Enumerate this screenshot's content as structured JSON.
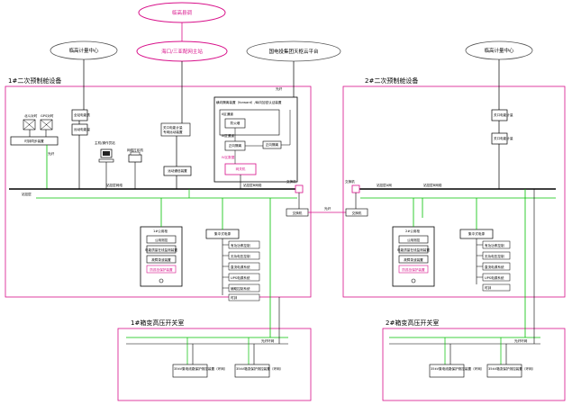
{
  "top": {
    "dispatch": "临高县调",
    "haikou": "海口/三亚配网主站",
    "metering_left": "临高计量中心",
    "cloud": "国电投集团天枢云平台",
    "metering_right": "临高计量中心"
  },
  "panel1": {
    "title": "1#二次预制舱设备",
    "gps1": "北斗对时",
    "gps2": "GPS对时",
    "time_sync": "时钟同步装置",
    "meter_label1": "全站电能表",
    "meter_label2": "远动电能量",
    "terminal": "主机/操作员站",
    "printer": "网络打印机",
    "collector1": "关口电能计量",
    "collector2": "专网远动装置",
    "gateway": "远动通信装置",
    "fiber": "光纤",
    "bus_left": "站控层",
    "bus_center": "站控层网络",
    "bus_right": "站控层B网络",
    "big_box_label": "横向隔离装置（forward）/纵向加密认证装置",
    "sub1": "II区通道",
    "sub2": "III区通道",
    "firewall": "防火墙",
    "iso": "正向隔离",
    "pink_label": "IV区数据",
    "pink_box": "网关机",
    "switch1": "交换机",
    "switch2": "交换机",
    "cabinet_title": "1#公用柜",
    "cabinet_items": [
      "公用测控",
      "电能质量在线监测装置",
      "故障录波装置",
      "防孤岛保护装置"
    ],
    "group_title": "集中式电源",
    "group_items": [
      "有功功率控制",
      "无功电压控制",
      "直流电源系统",
      "UPS电源系统",
      "辅助控制系统",
      "时钟"
    ],
    "cross": "光纤"
  },
  "panel2": {
    "title": "2#二次预制舱设备",
    "meter": "关口电能计量",
    "bus_left": "站控层A网",
    "bus_right": "站控层B网络",
    "switch1": "交换机",
    "cabinet_title": "2#公用柜",
    "cabinet_items": [
      "公用测控",
      "电能质量在线监测装置",
      "故障录波装置",
      "防孤岛保护装置"
    ],
    "group_title": "集中式电源",
    "group_items": [
      "有功功率控制",
      "无功电压控制",
      "直流电源系统",
      "UPS电源系统",
      "时钟"
    ]
  },
  "hv1": {
    "title": "1#箱变高压开关室",
    "label": "光纤环网",
    "dev1": "35kV集电线路保护测控装置（环网）",
    "dev2": "35kV箱变保护测控装置（环网）"
  },
  "hv2": {
    "title": "2#箱变高压开关室",
    "label": "光纤环网",
    "dev1": "35kV集电线路保护测控装置（环网）",
    "dev2": "35kV箱变保护测控装置（环网）"
  }
}
